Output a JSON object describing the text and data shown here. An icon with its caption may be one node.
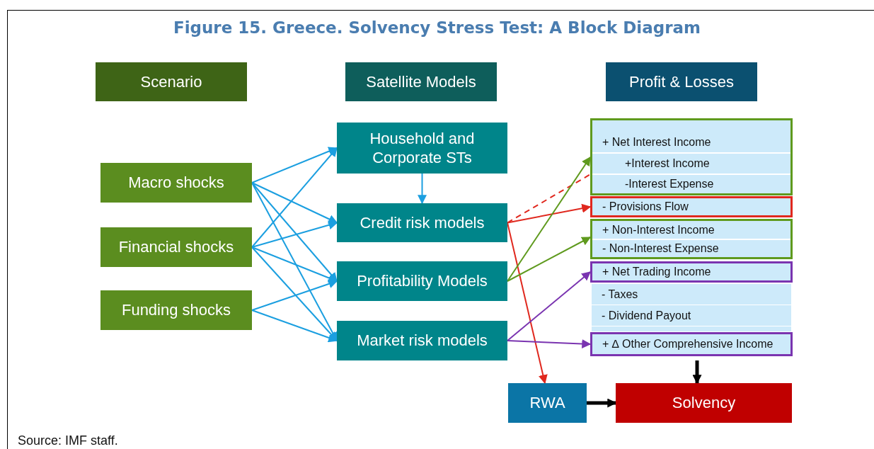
{
  "diagram": {
    "title": "Figure 15. Greece. Solvency Stress Test: A Block Diagram",
    "caption": "Source: IMF staff.",
    "nodes": [
      {
        "text": [
          "Scenario"
        ]
      },
      {
        "text": [
          "Satellite Models"
        ]
      },
      {
        "text": [
          "Profit & Losses"
        ]
      },
      {
        "text": [
          "Macro shocks"
        ]
      },
      {
        "text": [
          "Financial shocks"
        ]
      },
      {
        "text": [
          "Funding shocks"
        ]
      },
      {
        "text": [
          "Household and Corporate STs"
        ]
      },
      {
        "text": [
          "Credit risk models"
        ]
      },
      {
        "text": [
          "Profitability Models"
        ]
      },
      {
        "text": [
          "Market risk models"
        ]
      },
      {
        "text": [],
        "shape": "box"
      },
      {
        "text": [
          "+ Net Interest Income"
        ],
        "in": 10
      },
      {
        "text": [
          "+Interest Income"
        ],
        "in": 10
      },
      {
        "text": [
          "-Interest Expense"
        ],
        "in": 10
      },
      {
        "text": [
          "- Provisions Flow"
        ]
      },
      {
        "text": [],
        "shape": "box"
      },
      {
        "text": [
          "+ Non-Interest Income"
        ],
        "in": 15
      },
      {
        "text": [
          "- Non-Interest Expense"
        ],
        "in": 15
      },
      {
        "text": [
          "+ Net Trading Income"
        ]
      },
      {
        "text": [
          "- Taxes"
        ]
      },
      {
        "text": [
          "- Dividend Payout"
        ]
      },
      {
        "text": [
          "+ ∆ Other Comprehensive Income"
        ]
      },
      {
        "text": [
          "RWA"
        ]
      },
      {
        "text": [
          "Solvency"
        ]
      }
    ],
    "edges": [
      {
        "from": 3,
        "to": 6,
        "arrow": "to"
      },
      {
        "from": 3,
        "to": 7,
        "arrow": "to"
      },
      {
        "from": 3,
        "to": 8,
        "arrow": "to"
      },
      {
        "from": 3,
        "to": 9,
        "arrow": "to"
      },
      {
        "from": 4,
        "to": 6,
        "arrow": "to"
      },
      {
        "from": 4,
        "to": 7,
        "arrow": "to"
      },
      {
        "from": 4,
        "to": 8,
        "arrow": "to"
      },
      {
        "from": 4,
        "to": 9,
        "arrow": "to"
      },
      {
        "from": 5,
        "to": 8,
        "arrow": "to"
      },
      {
        "from": 5,
        "to": 9,
        "arrow": "to"
      },
      {
        "from": 6,
        "to": 7,
        "arrow": "to"
      },
      {
        "from": 7,
        "to": 12,
        "arrow": "to",
        "style": "dashed",
        "color": "#e0281e"
      },
      {
        "from": 7,
        "to": 14,
        "arrow": "to",
        "color": "#e0281e"
      },
      {
        "from": 7,
        "to": 22,
        "arrow": "to",
        "color": "#e0281e"
      },
      {
        "from": 8,
        "to": 10,
        "arrow": "to",
        "color": "#5f9a1e"
      },
      {
        "from": 8,
        "to": 15,
        "arrow": "to",
        "color": "#5f9a1e"
      },
      {
        "from": 9,
        "to": 18,
        "arrow": "to",
        "color": "#7a34b0"
      },
      {
        "from": 9,
        "to": 21,
        "arrow": "to",
        "color": "#7a34b0"
      },
      {
        "from": 21,
        "to": 23,
        "arrow": "to",
        "style": "thick",
        "color": "#000000"
      },
      {
        "from": 22,
        "to": 23,
        "arrow": "to",
        "style": "thick",
        "color": "#000000"
      }
    ]
  }
}
